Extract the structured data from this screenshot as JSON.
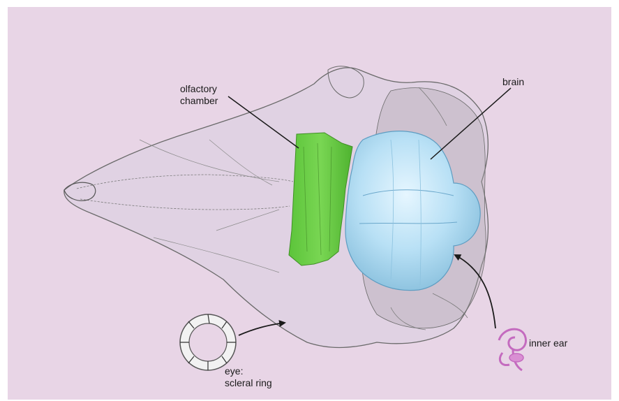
{
  "labels": {
    "olfactory_line1": "olfactory",
    "olfactory_line2": "chamber",
    "brain": "brain",
    "eye_line1": "eye:",
    "eye_line2": "scleral ring",
    "inner_ear": "inner ear"
  },
  "colors": {
    "background": "#e8d5e6",
    "skull_outline": "#555555",
    "olfactory_chamber": "#6fcf4a",
    "brain": "#a9d8f0",
    "inner_ear": "#c46bbf",
    "arrow": "#1a1a1a"
  }
}
